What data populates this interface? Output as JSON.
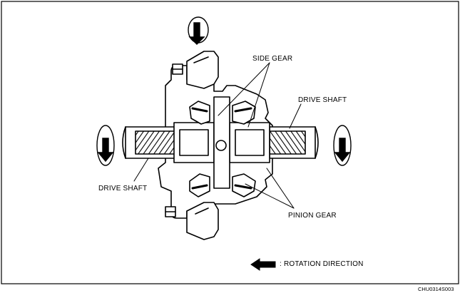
{
  "labels": {
    "side_gear": "SIDE GEAR",
    "drive_shaft_right": "DRIVE SHAFT",
    "drive_shaft_left": "DRIVE SHAFT",
    "pinion_gear": "PINION GEAR"
  },
  "legend": {
    "text": ":  ROTATION DIRECTION",
    "icon": "left-arrow-icon"
  },
  "figure_code": "CHU0314S003",
  "colors": {
    "line": "#000000",
    "background": "#ffffff"
  }
}
